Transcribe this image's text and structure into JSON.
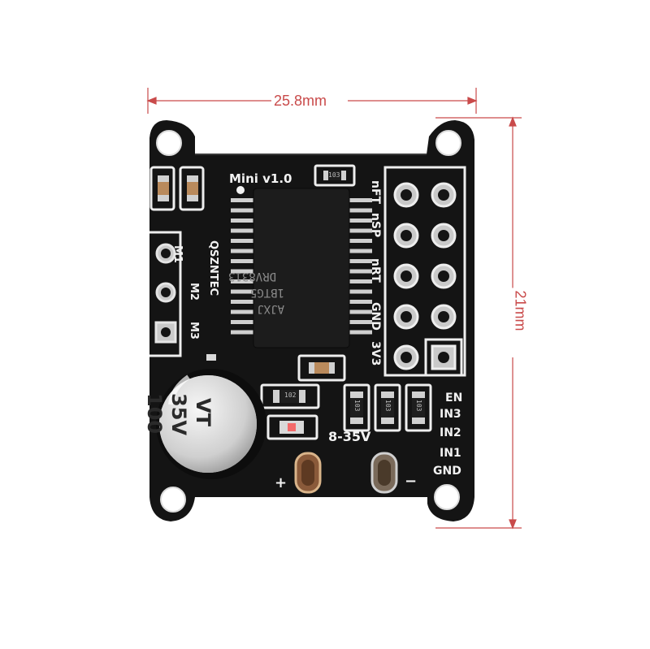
{
  "dimensions": {
    "width": "25.8mm",
    "height": "21mm"
  },
  "board": {
    "label_version": "Mini  v1.0",
    "chip_lines": [
      "DRV8313",
      "1BTG5",
      "AJXJ"
    ],
    "motor_labels": [
      "M1",
      "M2",
      "M3"
    ],
    "vertical_brand": "QSZNTEC",
    "header_labels": [
      "nFT",
      "nSP",
      "nRT",
      "GND",
      "3V3"
    ],
    "power_label": "8-35V",
    "plus": "+",
    "minus": "−",
    "input_labels": [
      "EN",
      "IN3",
      "IN2",
      "IN1",
      "GND"
    ],
    "smd_codes": [
      "103",
      "102",
      "103",
      "103",
      "103"
    ],
    "capacitor_lines": [
      "100",
      "35V",
      "VT"
    ]
  },
  "colors": {
    "pcb": "#141414",
    "silkscreen": "#f2f2f2",
    "dimension": "#c94a4a",
    "pad": "#c9c9c9"
  }
}
